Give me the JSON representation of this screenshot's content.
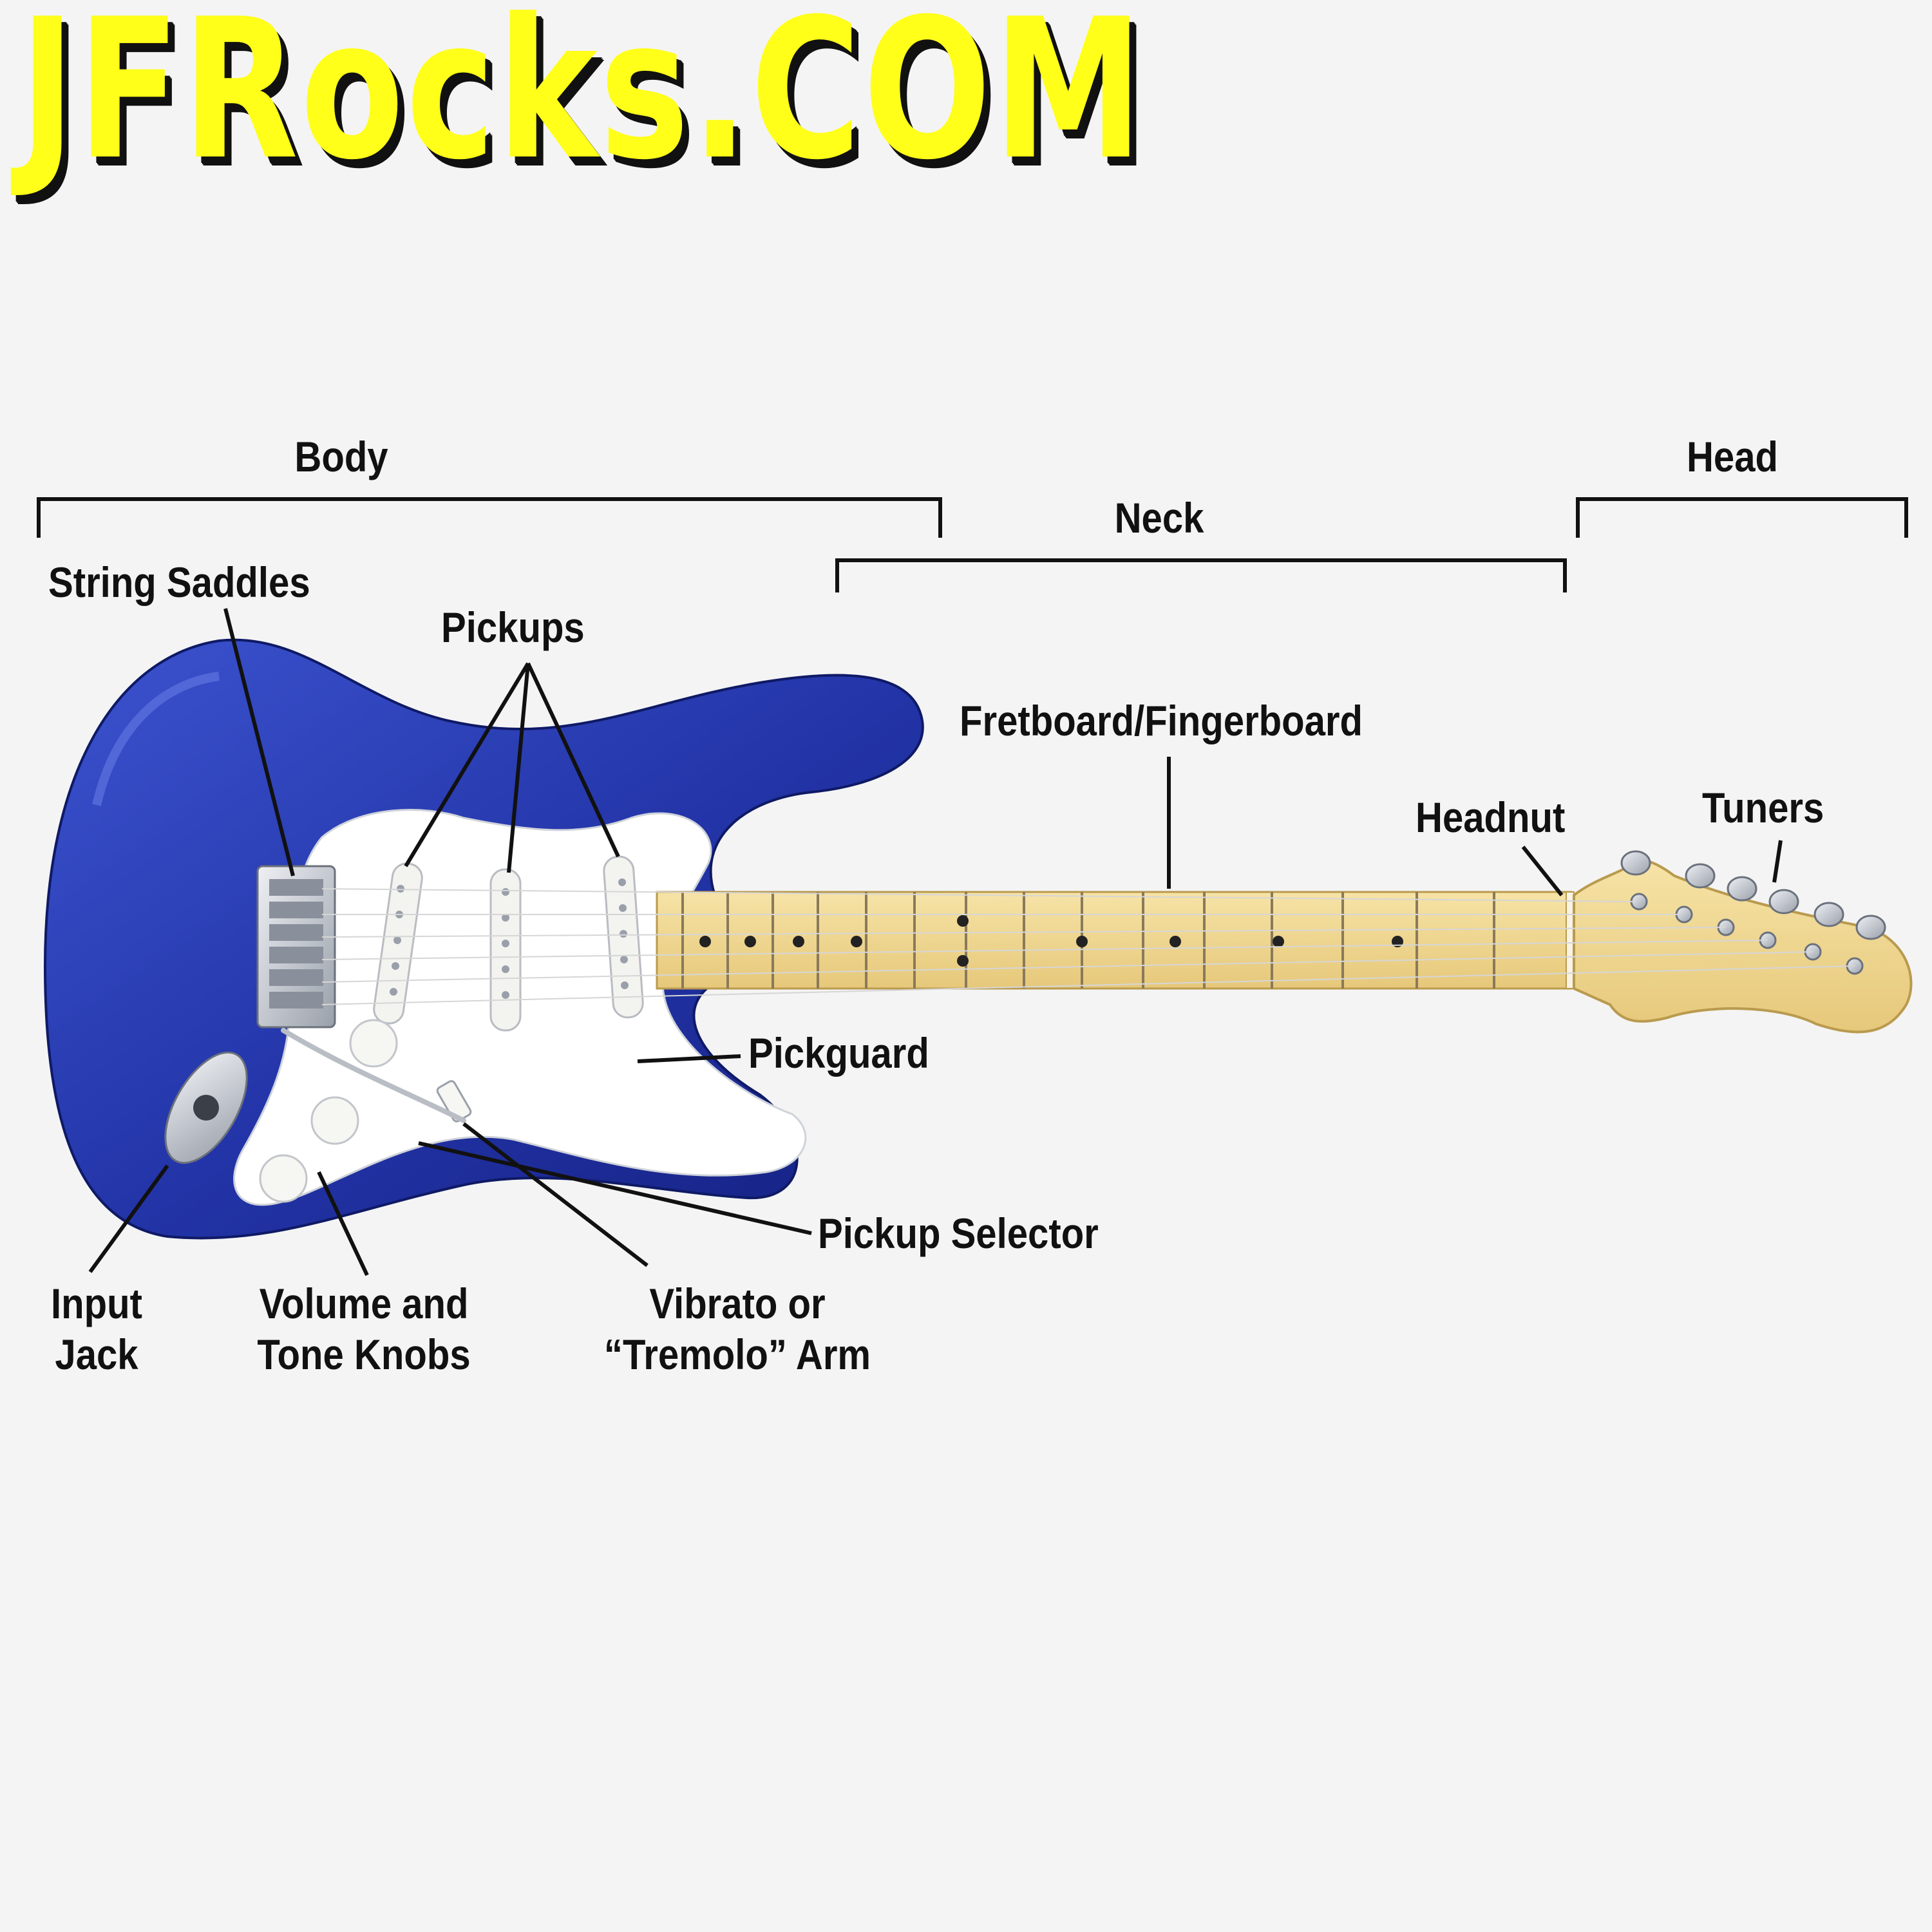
{
  "logo": "JFRocks.COM",
  "sections": {
    "body": "Body",
    "neck": "Neck",
    "head": "Head"
  },
  "parts": {
    "string_saddles": "String Saddles",
    "pickups": "Pickups",
    "fretboard": "Fretboard/Fingerboard",
    "headnut": "Headnut",
    "tuners": "Tuners",
    "pickguard": "Pickguard",
    "pickup_selector": "Pickup Selector",
    "input_jack": {
      "line1": "Input",
      "line2": "Jack"
    },
    "knobs": {
      "line1": "Volume and",
      "line2": "Tone Knobs"
    },
    "tremolo": {
      "line1": "Vibrato or",
      "line2": "“Tremolo” Arm"
    }
  },
  "colors": {
    "background": "#f4f4f4",
    "logo": "#ffff1a",
    "body": "#2a3fb0",
    "maple": "#f0d890",
    "pickguard": "#ffffff",
    "chrome": "#c8ccd4",
    "ink": "#111111"
  }
}
